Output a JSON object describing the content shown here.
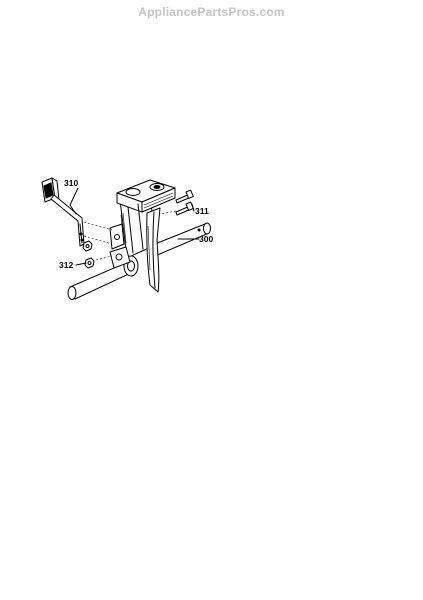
{
  "watermark": "AppliancePartsPros.com",
  "parts": [
    {
      "number": "310",
      "icon": "handle-bracket-icon"
    },
    {
      "number": "311",
      "icon": "bolt-icon"
    },
    {
      "number": "300",
      "icon": "axle-housing-icon"
    },
    {
      "number": "312",
      "icon": "nut-icon"
    }
  ]
}
